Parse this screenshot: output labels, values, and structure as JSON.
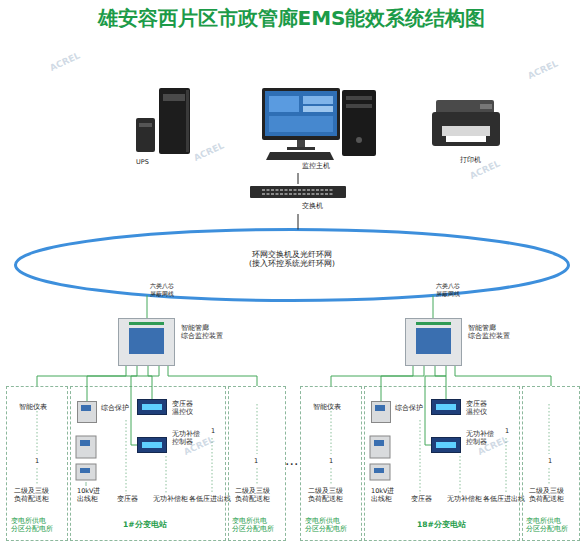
{
  "diagram": {
    "title": "雄安容西片区市政管廊EMS能效系统结构图",
    "nodes": [
      {
        "text": [
          "UPS"
        ]
      },
      {
        "text": [
          "监控主机"
        ]
      },
      {
        "text": [
          "打印机"
        ]
      },
      {
        "text": [
          "交换机"
        ]
      },
      {
        "text": [
          "环网交换机及光纤环网 (接入环控系统光纤环网)"
        ]
      },
      {
        "text": [
          "智能管廊 综合监控装置"
        ]
      },
      {
        "text": [
          "智能管廊 综合监控装置"
        ]
      },
      {
        "text": [
          "智能仪表",
          "1",
          "二级及三级 负荷配送柜",
          "变电所供电 分区分配电所"
        ]
      },
      {
        "text": [
          "1",
          "10kV进 出线柜",
          "变压器",
          "无功补偿柜",
          "各低压进出线",
          "1#分变电站"
        ]
      },
      {
        "text": [
          "综合保护"
        ],
        "in": 8
      },
      {
        "text": [
          "变压器 温控仪"
        ],
        "in": 8
      },
      {
        "text": [
          "无功补偿 控制器"
        ],
        "in": 8
      },
      {
        "text": [
          "1",
          "二级及三级 负荷配送柜",
          "变电所供电 分区分配电所"
        ]
      },
      {
        "text": [
          "智能仪表",
          "1",
          "二级及三级 负荷配送柜",
          "变电所供电 分区分配电所"
        ]
      },
      {
        "text": [
          "1",
          "10kV进 出线柜",
          "变压器",
          "无功补偿柜",
          "各低压进出线",
          "18#分变电站"
        ]
      },
      {
        "text": [
          "综合保护"
        ],
        "in": 14
      },
      {
        "text": [
          "变压器 温控仪"
        ],
        "in": 14
      },
      {
        "text": [
          "无功补偿 控制器"
        ],
        "in": 14
      },
      {
        "text": [
          "1",
          "二级及三级 负荷配送柜",
          "变电所供电 分区分配电所"
        ]
      }
    ],
    "edges": [
      {
        "from": 1,
        "to": 3,
        "arrow": "none"
      },
      {
        "from": 3,
        "to": 4,
        "arrow": "none"
      },
      {
        "from": 4,
        "to": 5,
        "label": "六类八芯 屏蔽网线",
        "arrow": "none"
      },
      {
        "from": 4,
        "to": 6,
        "label": "六类八芯 屏蔽网线",
        "arrow": "none"
      },
      {
        "from": 5,
        "to": 7,
        "arrow": "none"
      },
      {
        "from": 5,
        "to": 9,
        "arrow": "none"
      },
      {
        "from": 5,
        "to": 10,
        "arrow": "none"
      },
      {
        "from": 5,
        "to": 11,
        "arrow": "none"
      },
      {
        "from": 5,
        "to": 12,
        "arrow": "none"
      },
      {
        "from": 6,
        "to": 13,
        "arrow": "none"
      },
      {
        "from": 6,
        "to": 15,
        "arrow": "none"
      },
      {
        "from": 6,
        "to": 16,
        "arrow": "none"
      },
      {
        "from": 6,
        "to": 17,
        "arrow": "none"
      },
      {
        "from": 6,
        "to": 18,
        "arrow": "none"
      }
    ],
    "labels": [
      "...",
      "ACREL",
      "ACREL",
      "ACREL",
      "ACREL",
      "ACREL",
      "ACREL"
    ]
  }
}
